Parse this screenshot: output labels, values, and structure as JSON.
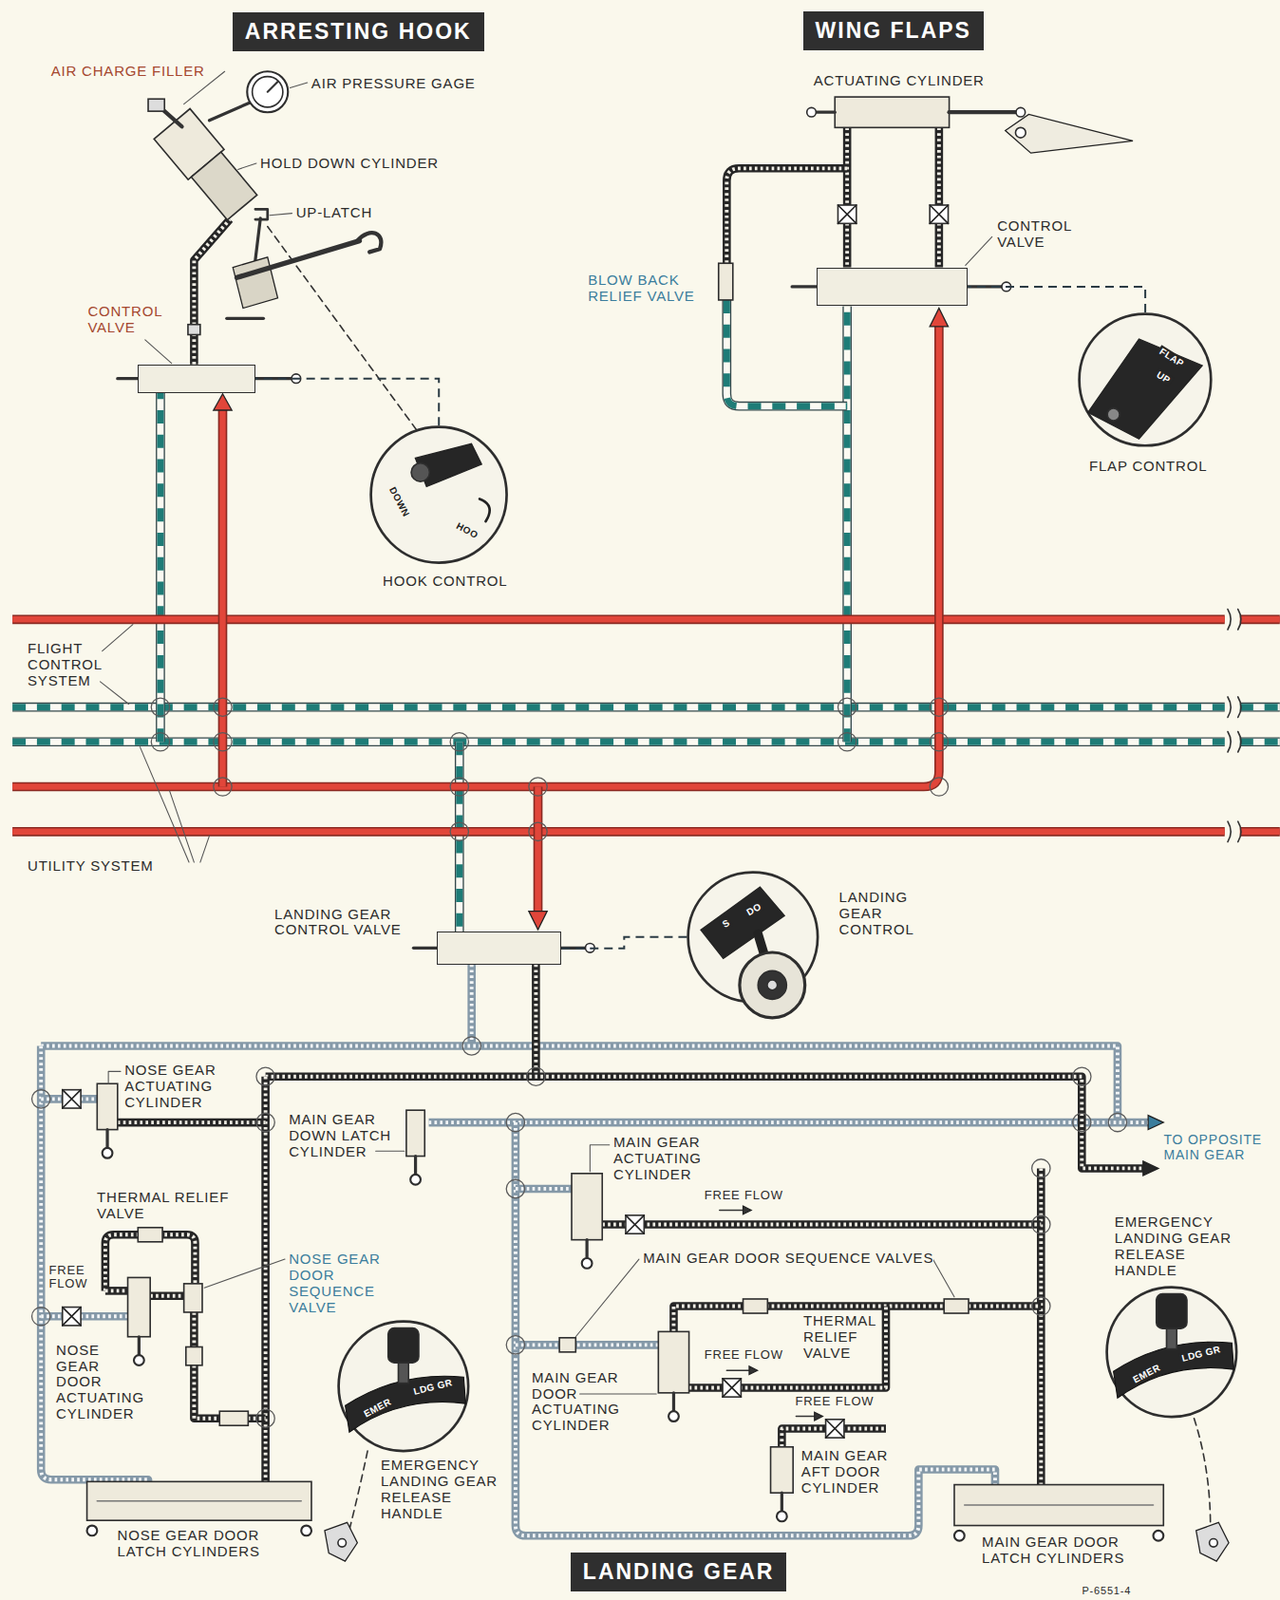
{
  "diagram": {
    "nodes": [
      {
        "text": [
          "ARRESTING HOOK"
        ]
      },
      {
        "text": [
          "WING FLAPS"
        ]
      },
      {
        "text": [
          "CONTROL VALVE"
        ]
      },
      {
        "text": [
          "HOOK CONTROL",
          "DOWN",
          "HOO"
        ]
      },
      {
        "text": [
          "CONTROL VALVE"
        ]
      },
      {
        "text": [
          "FLAP CONTROL",
          "FLAP",
          "UP"
        ]
      },
      {
        "text": [
          "LANDING GEAR CONTROL VALVE"
        ]
      },
      {
        "text": [
          "LANDING GEAR CONTROL",
          "S",
          "DO"
        ]
      },
      {
        "text": [
          "EMERGENCY LANDING GEAR RELEASE HANDLE",
          "EMER",
          "LDG GR"
        ]
      },
      {
        "text": [
          "EMERGENCY LANDING GEAR RELEASE HANDLE",
          "EMER",
          "LDG GR"
        ]
      },
      {
        "text": [
          "LANDING GEAR"
        ]
      }
    ],
    "edges": [
      {
        "from": 3,
        "to": 2,
        "arrow": "none"
      },
      {
        "from": 5,
        "to": 4,
        "arrow": "none"
      },
      {
        "from": 7,
        "to": 6,
        "arrow": "none"
      }
    ],
    "labels": [
      "AIR CHARGE FILLER",
      "AIR PRESSURE GAGE",
      "HOLD DOWN CYLINDER",
      "UP-LATCH",
      "ACTUATING CYLINDER",
      "BLOW BACK RELIEF VALVE",
      "FLIGHT CONTROL SYSTEM",
      "UTILITY SYSTEM",
      "NOSE GEAR ACTUATING CYLINDER",
      "MAIN GEAR DOWN LATCH CYLINDER",
      "TO OPPOSITE MAIN GEAR",
      "MAIN GEAR ACTUATING CYLINDER",
      "FREE FLOW",
      "THERMAL RELIEF VALVE",
      "MAIN GEAR DOOR SEQUENCE VALVES",
      "FREE FLOW",
      "NOSE GEAR DOOR SEQUENCE VALVE",
      "THERMAL RELIEF VALVE",
      "NOSE GEAR DOOR ACTUATING CYLINDER",
      "FREE FLOW",
      "MAIN GEAR DOOR ACTUATING CYLINDER",
      "FREE FLOW",
      "MAIN GEAR AFT DOOR CYLINDER",
      "NOSE GEAR DOOR LATCH CYLINDERS",
      "MAIN GEAR DOOR LATCH CYLINDERS",
      "P-6551-4"
    ]
  }
}
